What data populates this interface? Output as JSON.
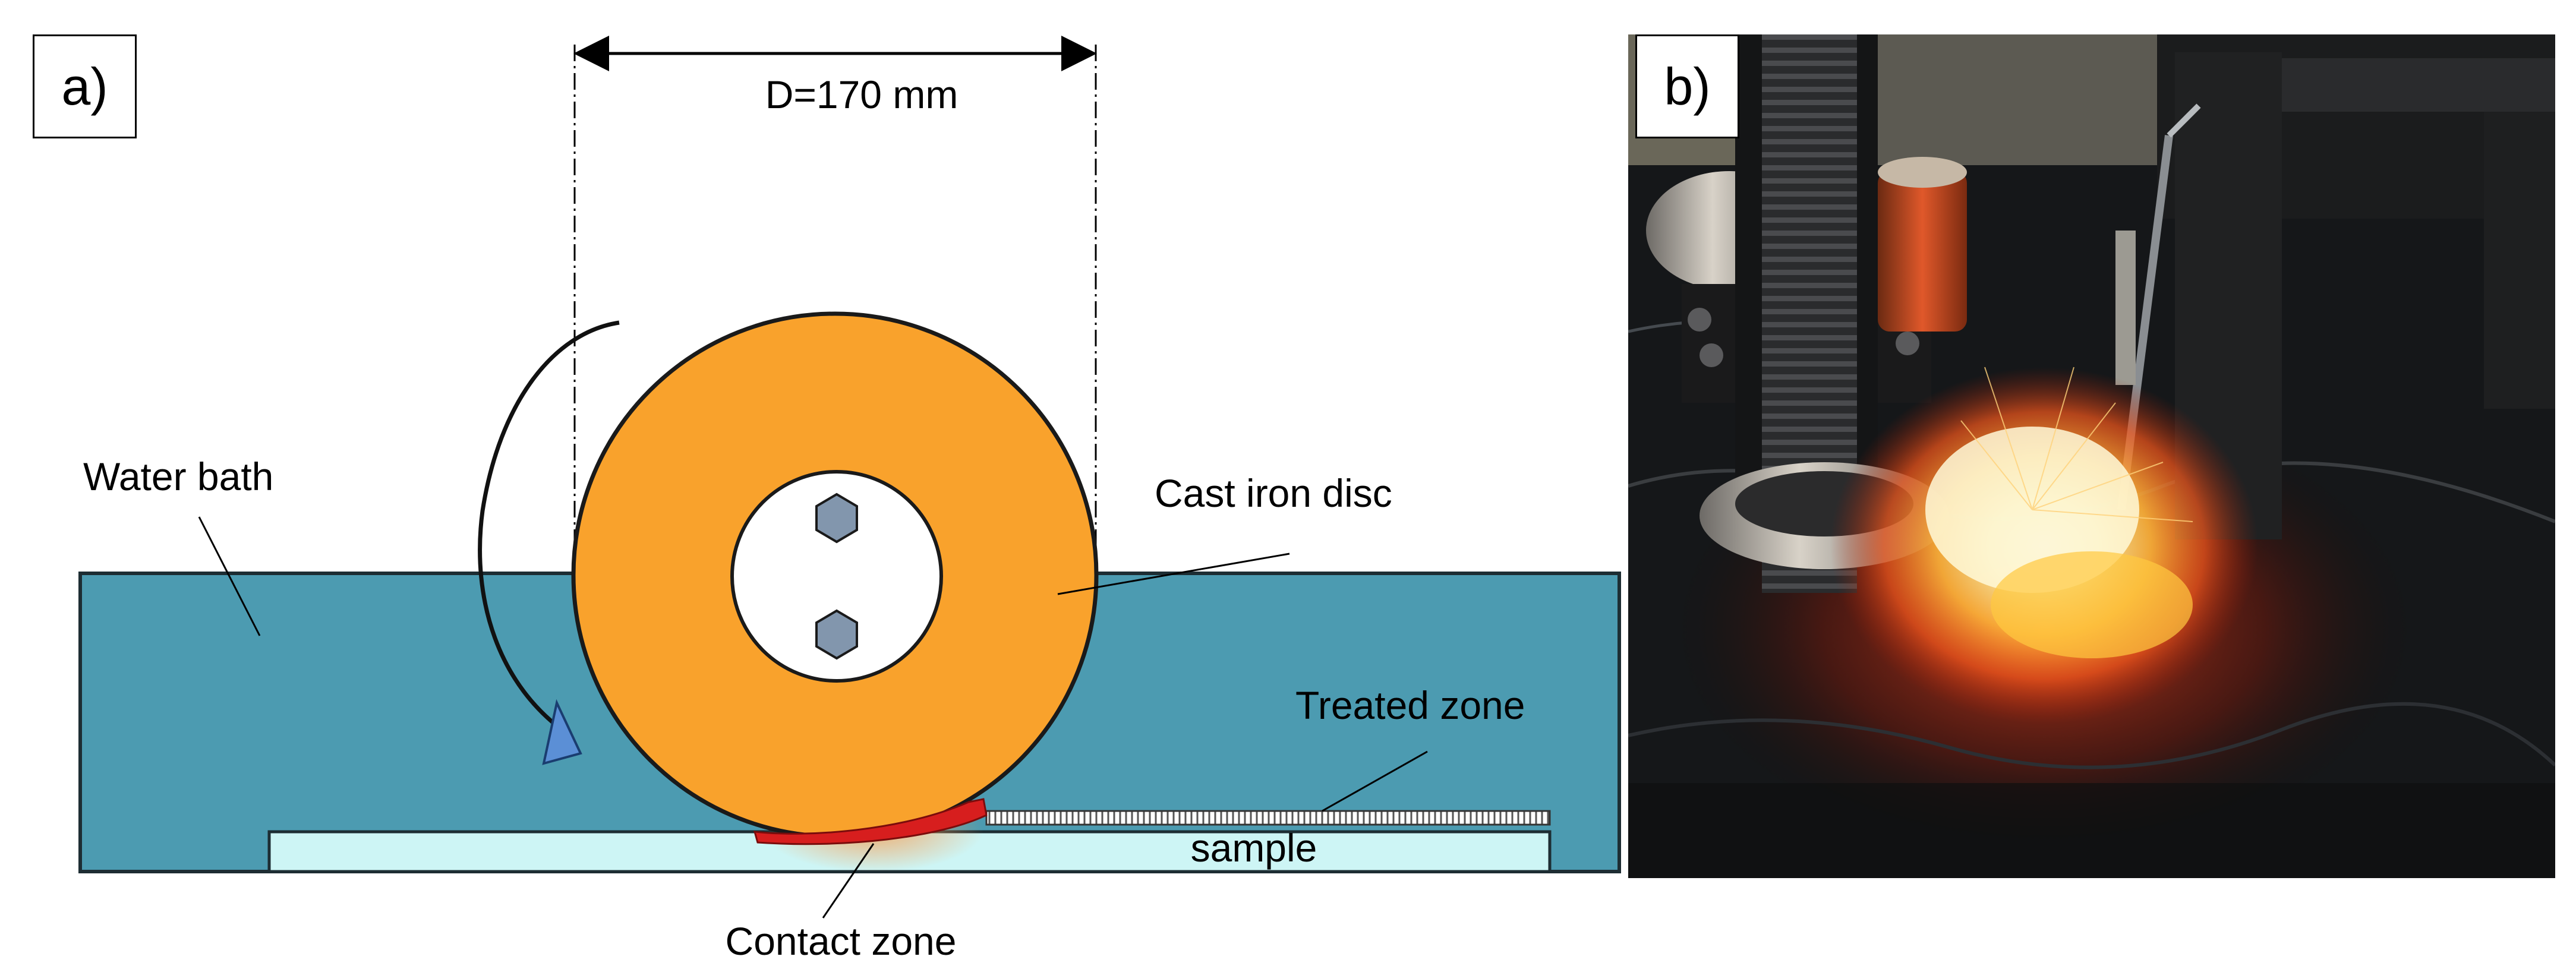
{
  "panel_a": {
    "label": "a)",
    "dimension_text": "D=170 mm",
    "labels": {
      "water_bath": "Water bath",
      "cast_iron_disc": "Cast iron disc",
      "treated_zone": "Treated zone",
      "sample": "sample",
      "contact_zone": "Contact zone"
    },
    "colors": {
      "water": "#4c9bb1",
      "disc": "#f9a22c",
      "sample": "#cdf5f5",
      "contact": "#d71e1e",
      "bolt": "#8296ad",
      "arrowhead": "#5b8fd6"
    }
  },
  "panel_b": {
    "label": "b)",
    "photo_description_icon": "photo-icon"
  }
}
